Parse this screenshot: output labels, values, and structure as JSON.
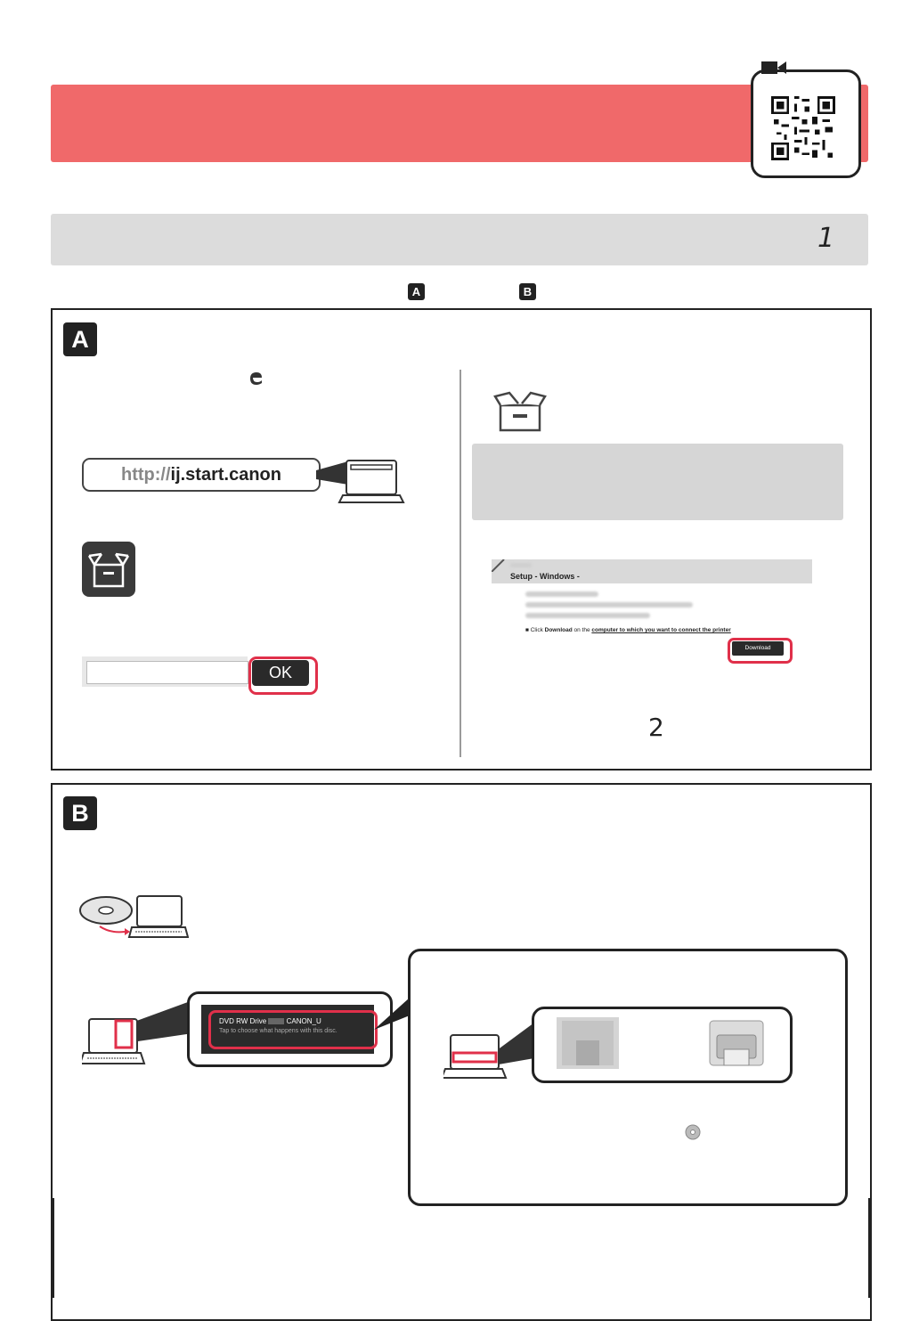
{
  "step": {
    "number": "1"
  },
  "choice_row": {
    "option_a": "A",
    "option_b": "B"
  },
  "panel_a": {
    "badge": "A",
    "url_prefix": "http://",
    "url_host": "ij.start.canon",
    "ok_label": "OK",
    "setup_title": "Setup - Windows -",
    "setup_click_prefix": "Click ",
    "setup_click_bold": "Download",
    "setup_click_middle": " on the ",
    "setup_click_link": "computer to which you want to connect the printer",
    "download_label": "Download",
    "step_ref": "2"
  },
  "panel_b": {
    "badge": "B",
    "dvd_title": "DVD RW Drive",
    "dvd_volume": "CANON_U",
    "dvd_subtitle": "Tap to choose what happens with this disc."
  },
  "colors": {
    "banner": "#f0696a",
    "highlight": "#e0304a",
    "grey_bar": "#dcdcdc",
    "dark": "#222222"
  }
}
